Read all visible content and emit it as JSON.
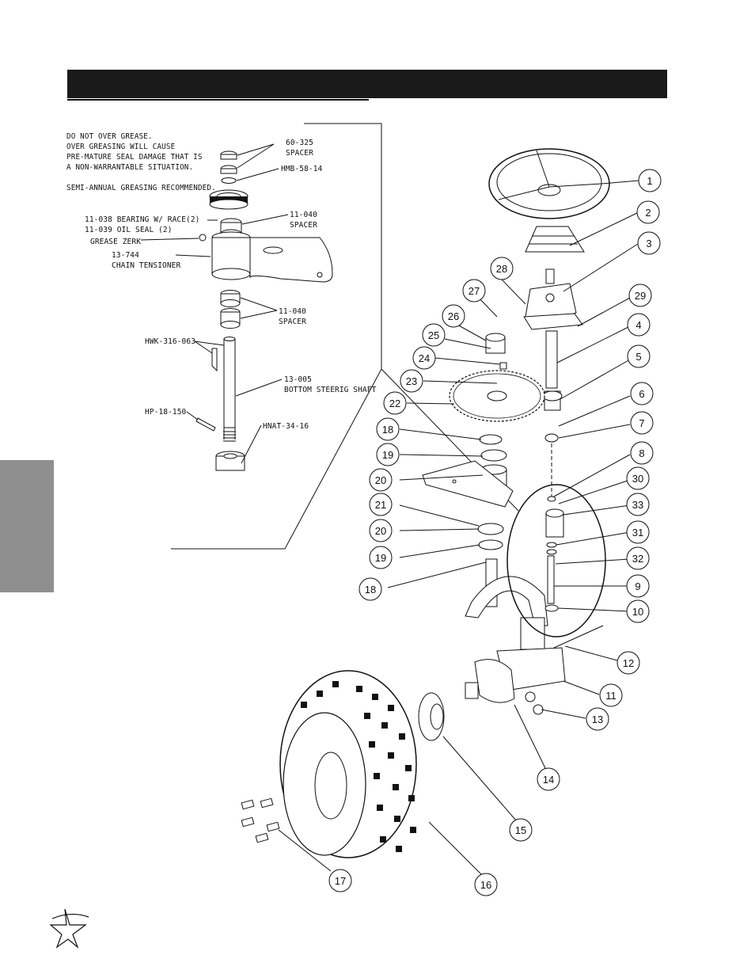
{
  "notes": {
    "warning": [
      "DO NOT OVER GREASE.",
      "OVER GREASING WILL CAUSE",
      "PRE-MATURE SEAL DAMAGE THAT IS",
      "A NON-WARRANTABLE SITUATION."
    ],
    "interval": "SEMI-ANNUAL GREASING RECOMMENDED."
  },
  "detail_labels": [
    {
      "id": "d1",
      "text": "60-325"
    },
    {
      "id": "d2",
      "text": "SPACER"
    },
    {
      "id": "d3",
      "text": "HMB-58-14"
    },
    {
      "id": "d4",
      "text": "11-038 BEARING W/ RACE(2)"
    },
    {
      "id": "d5",
      "text": "11-039 OIL SEAL (2)"
    },
    {
      "id": "d6",
      "text": "11-040"
    },
    {
      "id": "d7",
      "text": "SPACER"
    },
    {
      "id": "d8",
      "text": "GREASE ZERK"
    },
    {
      "id": "d9",
      "text": "13-744"
    },
    {
      "id": "d10",
      "text": "CHAIN TENSIONER"
    },
    {
      "id": "d11",
      "text": "11-040"
    },
    {
      "id": "d12",
      "text": "SPACER"
    },
    {
      "id": "d13",
      "text": "HWK-316-063"
    },
    {
      "id": "d14",
      "text": "13-005"
    },
    {
      "id": "d15",
      "text": "BOTTOM STEERIG SHAFT"
    },
    {
      "id": "d16",
      "text": "HP-18-150"
    },
    {
      "id": "d17",
      "text": "HNAT-34-16"
    }
  ],
  "callouts": [
    "1",
    "2",
    "3",
    "28",
    "27",
    "29",
    "26",
    "4",
    "25",
    "24",
    "5",
    "23",
    "6",
    "22",
    "7",
    "18",
    "8",
    "19",
    "30",
    "20",
    "33",
    "21",
    "20",
    "31",
    "19",
    "32",
    "18",
    "9",
    "10",
    "12",
    "11",
    "13",
    "14",
    "15",
    "17",
    "16"
  ],
  "icons": {
    "logo": "star-swoosh-logo-icon",
    "wheel": "steering-wheel-icon",
    "tire": "tire-icon"
  }
}
